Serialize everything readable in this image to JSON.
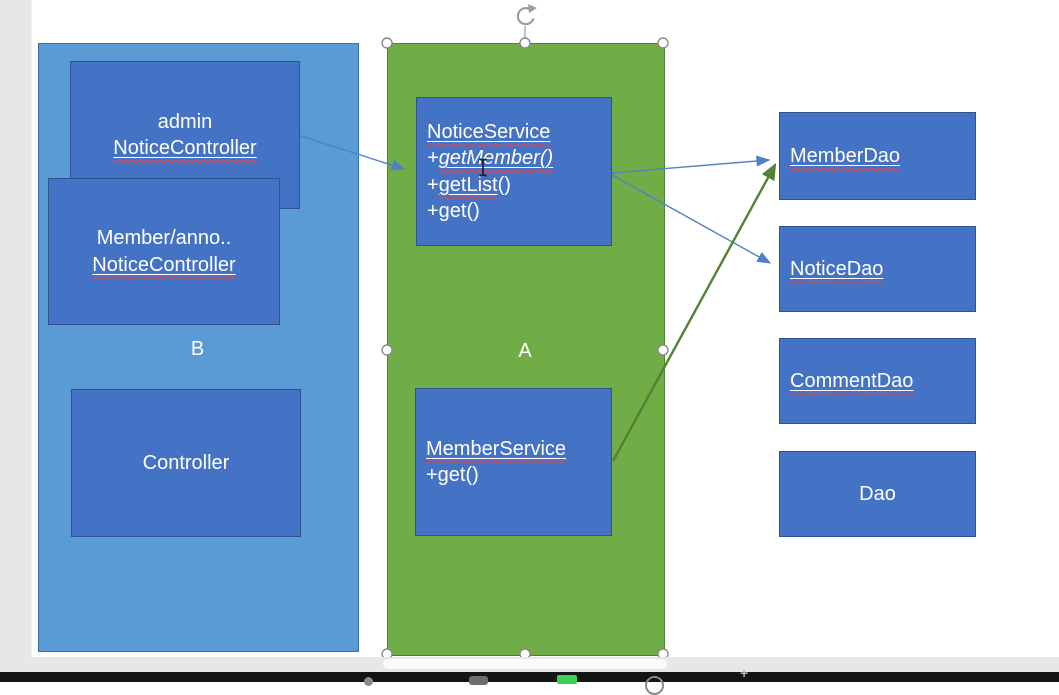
{
  "colors": {
    "container_blue": "#5b9bd5",
    "container_green": "#70ad47",
    "box_blue": "#4472c4",
    "arrow_blue": "#4f81c7",
    "arrow_green": "#548235",
    "squiggle_red": "#ff3b3b"
  },
  "b_group": {
    "label": "B",
    "admin_box": {
      "line1": "admin",
      "line2": "NoticeController"
    },
    "member_box": {
      "line1": "Member/anno..",
      "line2": "NoticeController"
    },
    "controller_box": {
      "label": "Controller"
    }
  },
  "a_group": {
    "label": "A",
    "notice_service": {
      "title": "NoticeService",
      "method1_prefix": "+",
      "method1": "getMember()",
      "method2_prefix": "+",
      "method2": "getList",
      "method2_suffix": "()",
      "method3": "+get()"
    },
    "member_service": {
      "title": "MemberService",
      "method1": "+get()"
    }
  },
  "dao_boxes": [
    {
      "label": "MemberDao"
    },
    {
      "label": "NoticeDao"
    },
    {
      "label": "CommentDao"
    },
    {
      "label": "Dao"
    }
  ]
}
